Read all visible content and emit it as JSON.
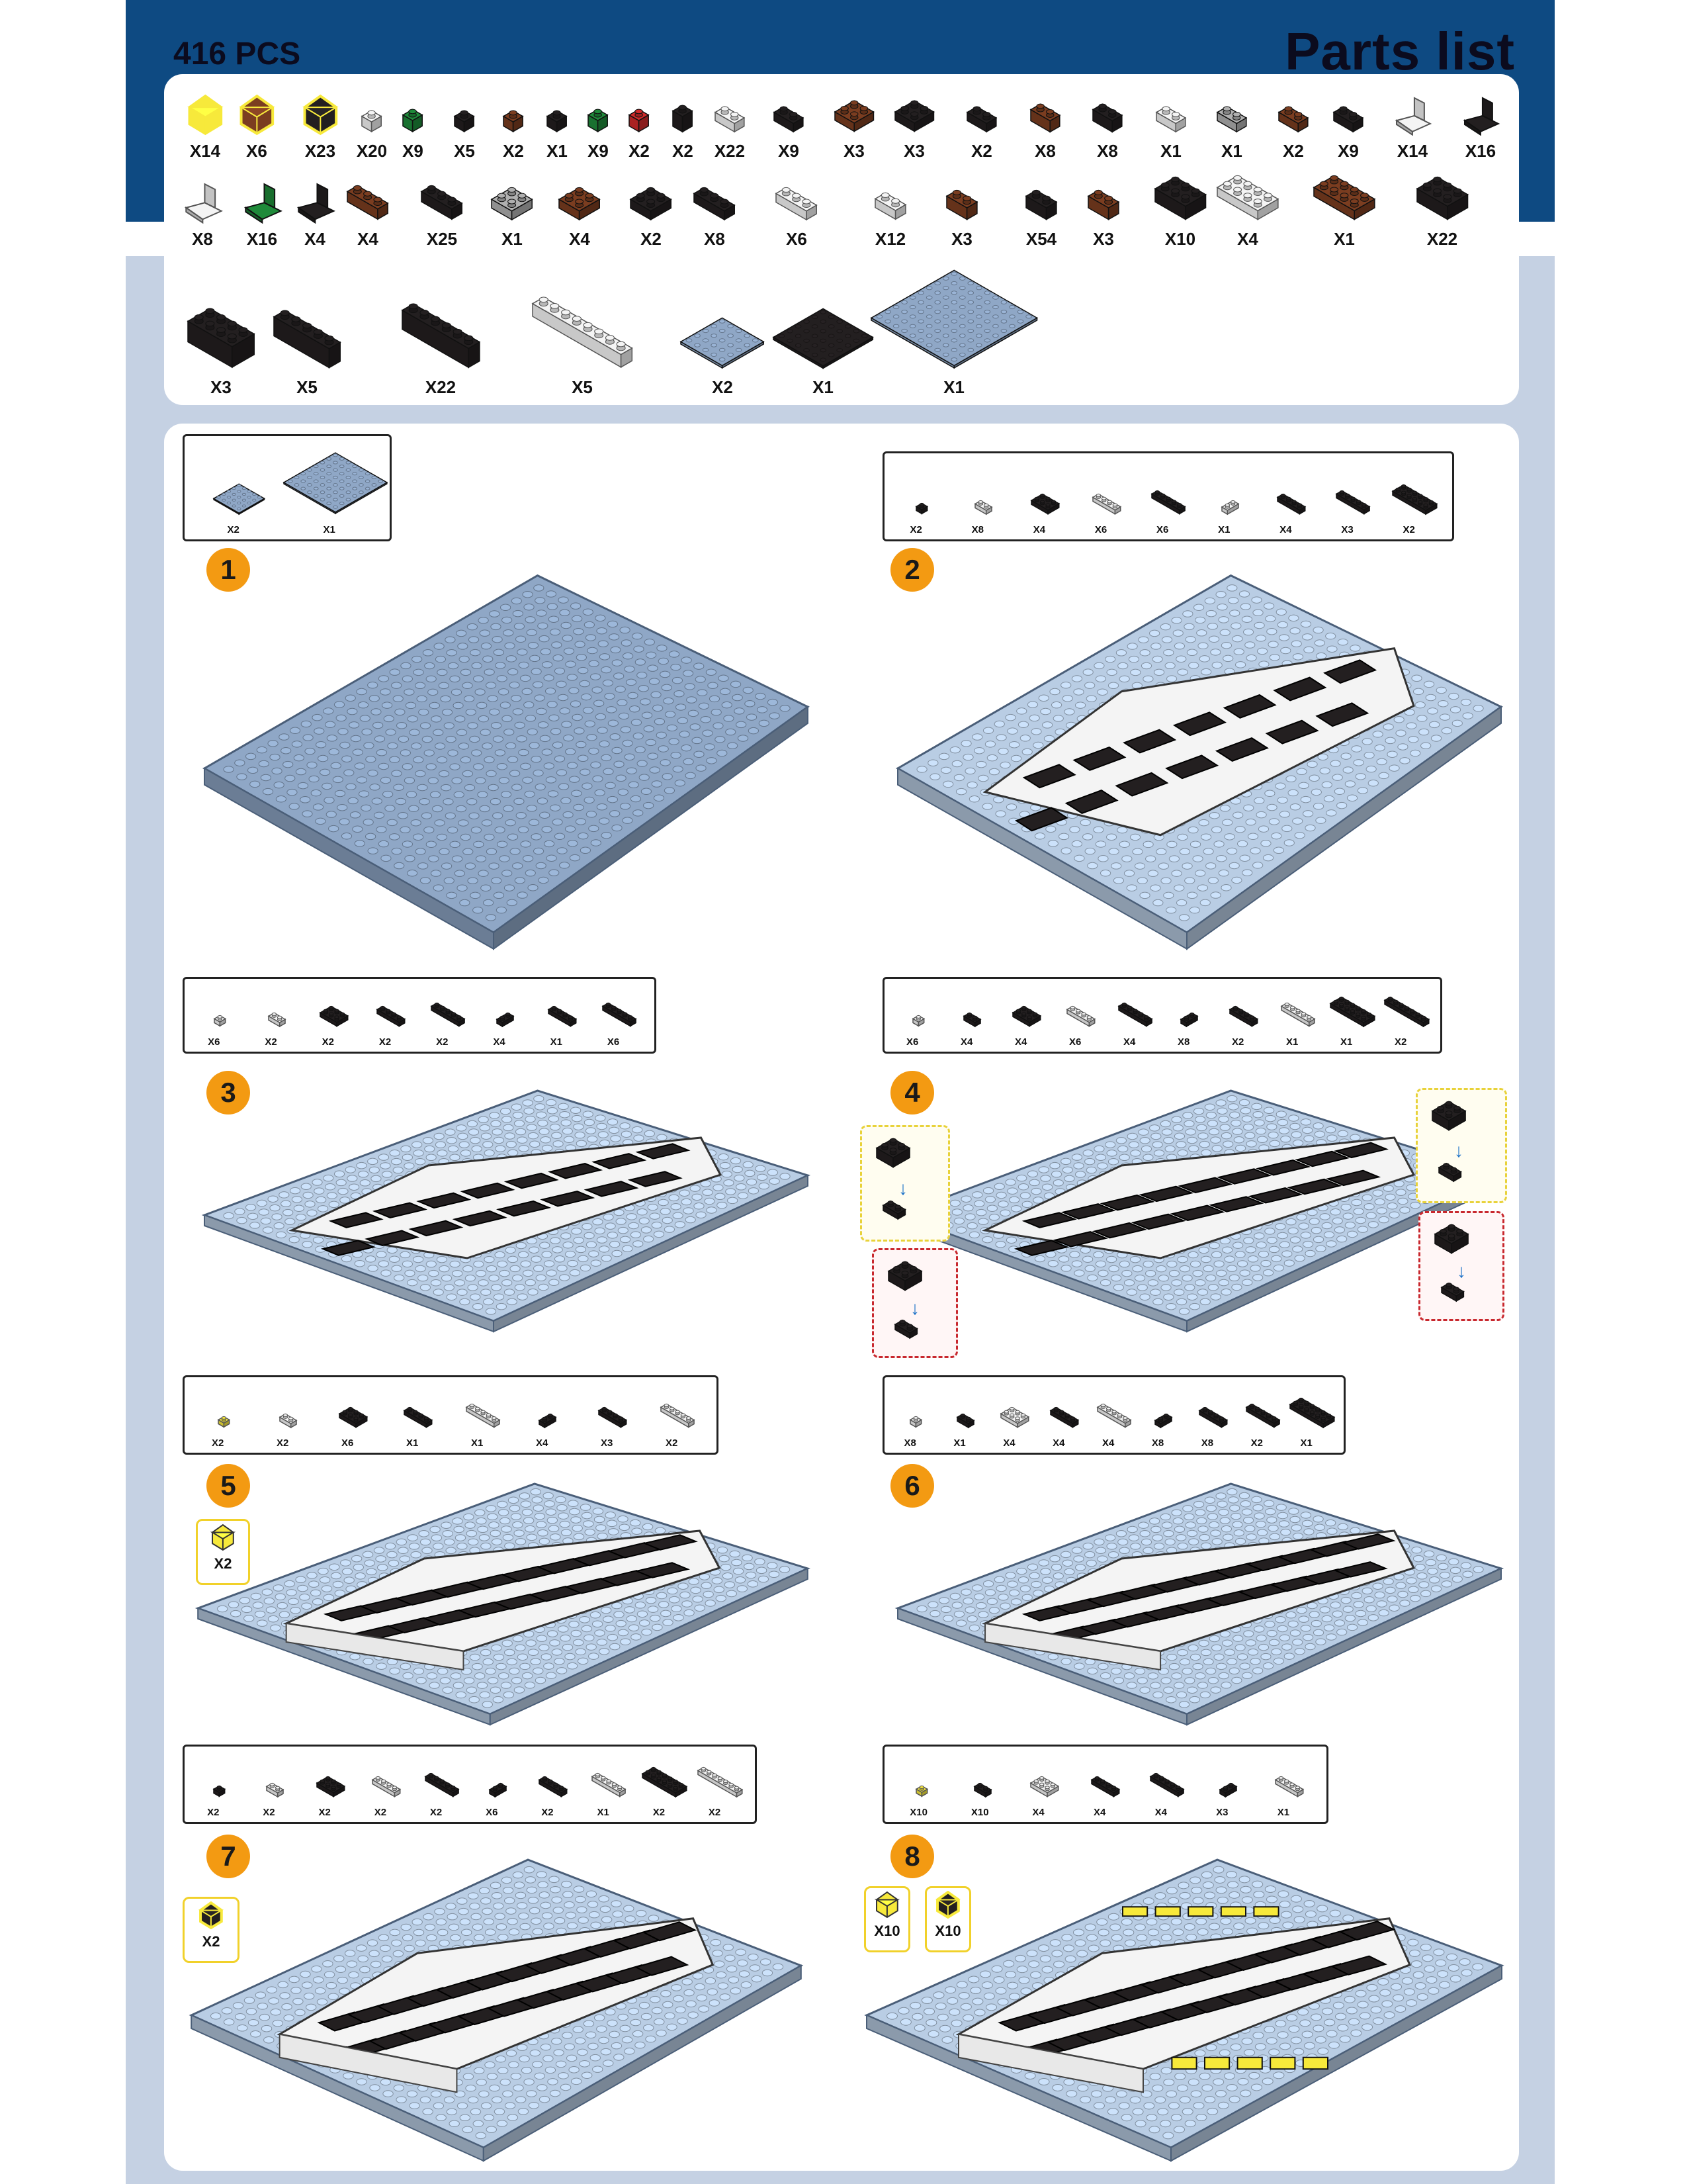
{
  "header": {
    "pcs": "416 PCS",
    "title": "Parts list"
  },
  "colors": {
    "blue": "#0e4a82",
    "frame": "#c5d1e3",
    "black": "#231f20",
    "brown": "#7b3d20",
    "white": "#f4f4f4",
    "yellow": "#f7e93b",
    "green": "#1f8a3a",
    "red": "#d12a2a",
    "grey": "#b0b0b0",
    "plate": "#8fa7c6",
    "number": "#f39a12"
  },
  "parts_row1": [
    {
      "q": "X14",
      "c": "yellow",
      "s": "slope"
    },
    {
      "q": "X6",
      "c": "brown",
      "s": "slopeY"
    },
    {
      "q": "X23",
      "c": "black",
      "s": "slopeY"
    },
    {
      "q": "X20",
      "c": "white",
      "s": "b1"
    },
    {
      "q": "X9",
      "c": "green",
      "s": "b1r"
    },
    {
      "q": "X5",
      "c": "black",
      "s": "b1"
    },
    {
      "q": "X2",
      "c": "brown",
      "s": "b1"
    },
    {
      "q": "X1",
      "c": "black",
      "s": "b1"
    },
    {
      "q": "X9",
      "c": "green",
      "s": "b1r"
    },
    {
      "q": "X2",
      "c": "red",
      "s": "b1r"
    },
    {
      "q": "X2",
      "c": "black",
      "s": "r1"
    },
    {
      "q": "X22",
      "c": "white",
      "s": "b2"
    },
    {
      "q": "X9",
      "c": "black",
      "s": "b2"
    },
    {
      "q": "X3",
      "c": "brown",
      "s": "b2s"
    },
    {
      "q": "X3",
      "c": "black",
      "s": "b2s"
    },
    {
      "q": "X2",
      "c": "black",
      "s": "b2"
    },
    {
      "q": "X8",
      "c": "brown",
      "s": "b2c"
    },
    {
      "q": "X8",
      "c": "black",
      "s": "b2c"
    },
    {
      "q": "X1",
      "c": "white",
      "s": "b2"
    },
    {
      "q": "X1",
      "c": "grey",
      "s": "b2"
    },
    {
      "q": "X2",
      "c": "brown",
      "s": "b2"
    },
    {
      "q": "X9",
      "c": "black",
      "s": "b2"
    },
    {
      "q": "X14",
      "c": "white",
      "s": "bracket"
    },
    {
      "q": "X16",
      "c": "black",
      "s": "bracket"
    }
  ],
  "parts_row2": [
    {
      "q": "X8",
      "c": "white",
      "s": "bracket"
    },
    {
      "q": "X16",
      "c": "green",
      "s": "bracket"
    },
    {
      "q": "X4",
      "c": "black",
      "s": "bracket"
    },
    {
      "q": "X4",
      "c": "brown",
      "s": "b2l"
    },
    {
      "q": "X25",
      "c": "black",
      "s": "b2l"
    },
    {
      "q": "X1",
      "c": "grey",
      "s": "b2s"
    },
    {
      "q": "X4",
      "c": "brown",
      "s": "b2s"
    },
    {
      "q": "X2",
      "c": "black",
      "s": "b2s"
    },
    {
      "q": "X8",
      "c": "black",
      "s": "b3"
    },
    {
      "q": "X6",
      "c": "white",
      "s": "b3"
    },
    {
      "q": "X12",
      "c": "white",
      "s": "b2"
    },
    {
      "q": "X3",
      "c": "brown",
      "s": "b2c"
    },
    {
      "q": "X54",
      "c": "black",
      "s": "b2c"
    },
    {
      "q": "X3",
      "c": "brown",
      "s": "b2c"
    },
    {
      "q": "X10",
      "c": "black",
      "s": "b22"
    },
    {
      "q": "X4",
      "c": "white",
      "s": "b4w"
    },
    {
      "q": "X1",
      "c": "brown",
      "s": "b4w"
    },
    {
      "q": "X22",
      "c": "black",
      "s": "b22"
    }
  ],
  "parts_row3": [
    {
      "q": "X3",
      "c": "black",
      "s": "l4"
    },
    {
      "q": "X5",
      "c": "black",
      "s": "l5"
    },
    {
      "q": "X22",
      "c": "black",
      "s": "l6"
    },
    {
      "q": "X5",
      "c": "white",
      "s": "l7"
    },
    {
      "q": "X2",
      "c": "plate",
      "s": "p1"
    },
    {
      "q": "X1",
      "c": "black",
      "s": "p2"
    },
    {
      "q": "X1",
      "c": "plate",
      "s": "p3"
    }
  ],
  "steps": [
    {
      "n": "1",
      "parts": [
        "X2",
        "X1"
      ]
    },
    {
      "n": "2",
      "parts": [
        "X2",
        "X8",
        "X4",
        "X6",
        "X6",
        "X1",
        "X4",
        "X3",
        "X2"
      ]
    },
    {
      "n": "3",
      "parts": [
        "X6",
        "X2",
        "X2",
        "X2",
        "X2",
        "X4",
        "X1",
        "X6"
      ]
    },
    {
      "n": "4",
      "parts": [
        "X6",
        "X4",
        "X4",
        "X6",
        "X4",
        "X8",
        "X2",
        "X1",
        "X1",
        "X2"
      ]
    },
    {
      "n": "5",
      "parts": [
        "X2",
        "X2",
        "X6",
        "X1",
        "X1",
        "X4",
        "X3",
        "X2"
      ],
      "badge": "X2"
    },
    {
      "n": "6",
      "parts": [
        "X8",
        "X1",
        "X4",
        "X4",
        "X4",
        "X8",
        "X8",
        "X2",
        "X1"
      ]
    },
    {
      "n": "7",
      "parts": [
        "X2",
        "X2",
        "X2",
        "X2",
        "X2",
        "X6",
        "X2",
        "X1",
        "X2",
        "X2"
      ],
      "badge": "X2"
    },
    {
      "n": "8",
      "parts": [
        "X10",
        "X10",
        "X4",
        "X4",
        "X4",
        "X3",
        "X1"
      ],
      "badges": [
        "X10",
        "X10"
      ]
    }
  ]
}
